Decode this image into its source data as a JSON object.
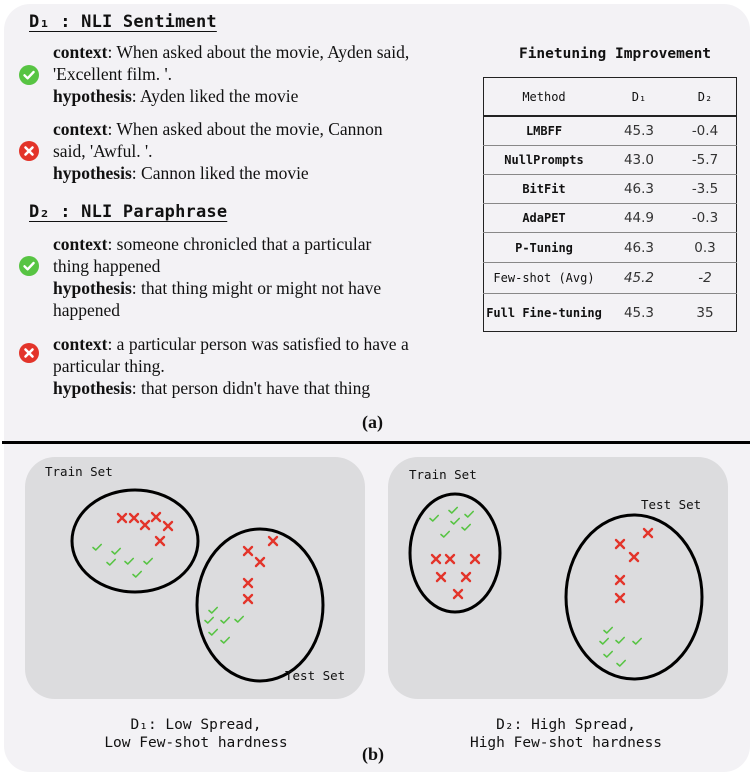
{
  "part_a": {
    "caption": "(a)",
    "d1": {
      "title": "D₁ : NLI Sentiment",
      "examples": [
        {
          "status": "check-icon",
          "context_label": "context",
          "context_l1": ": When asked about the movie, Ayden said,",
          "context_l2": "'Excellent film.  '.",
          "hypothesis_label": "hypothesis",
          "hypothesis": ": Ayden liked the movie"
        },
        {
          "status": "cross-icon",
          "context_label": "context",
          "context_l1": ": When asked about the movie, Cannon",
          "context_l2": "said, 'Awful.  '.",
          "hypothesis_label": "hypothesis",
          "hypothesis": ": Cannon liked the movie"
        }
      ]
    },
    "d2": {
      "title": "D₂ : NLI Paraphrase",
      "examples": [
        {
          "status": "check-icon",
          "context_label": "context",
          "context_l1": ": someone chronicled that a particular",
          "context_l2": "thing happened",
          "hypothesis_label": "hypothesis",
          "hypothesis": ": that thing might or might not have",
          "hypothesis_l2": "happened"
        },
        {
          "status": "cross-icon",
          "context_label": "context",
          "context_l1": ": a particular person was satisfied to have a",
          "context_l2": "particular thing.",
          "hypothesis_label": "hypothesis",
          "hypothesis": ": that person didn't have that thing"
        }
      ]
    },
    "table": {
      "title": "Finetuning Improvement",
      "headers": [
        "Method",
        "D₁",
        "D₂"
      ],
      "rows": [
        {
          "method": "LMBFF",
          "d1": "45.3",
          "d2": "-0.4"
        },
        {
          "method": "NullPrompts",
          "d1": "43.0",
          "d2": "-5.7"
        },
        {
          "method": "BitFit",
          "d1": "46.3",
          "d2": "-3.5"
        },
        {
          "method": "AdaPET",
          "d1": "44.9",
          "d2": "-0.3"
        },
        {
          "method": "P-Tuning",
          "d1": "46.3",
          "d2": "0.3"
        },
        {
          "method": "Few-shot (Avg)",
          "d1": "45.2",
          "d2": "-2"
        },
        {
          "method": "Full Fine-tuning",
          "d1": "45.3",
          "d2": "35"
        }
      ]
    }
  },
  "part_b": {
    "caption": "(b)",
    "left": {
      "train_label": "Train Set",
      "test_label": "Test Set",
      "caption_l1": "D₁: Low Spread,",
      "caption_l2": "Low Few-shot hardness"
    },
    "right": {
      "train_label": "Train Set",
      "test_label": "Test Set",
      "caption_l1": "D₂: High Spread,",
      "caption_l2": "High Few-shot hardness"
    }
  },
  "colors": {
    "check": "#57c443",
    "cross": "#e3342a",
    "panel": "#dcdcde",
    "card": "#f3f2f5"
  },
  "chart_data": {
    "type": "table",
    "title": "Finetuning Improvement",
    "categories": [
      "LMBFF",
      "NullPrompts",
      "BitFit",
      "AdaPET",
      "P-Tuning",
      "Few-shot (Avg)",
      "Full Fine-tuning"
    ],
    "series": [
      {
        "name": "D1",
        "values": [
          45.3,
          43.0,
          46.3,
          44.9,
          46.3,
          45.2,
          45.3
        ]
      },
      {
        "name": "D2",
        "values": [
          -0.4,
          -5.7,
          -3.5,
          -0.3,
          0.3,
          -2,
          35
        ]
      }
    ]
  }
}
